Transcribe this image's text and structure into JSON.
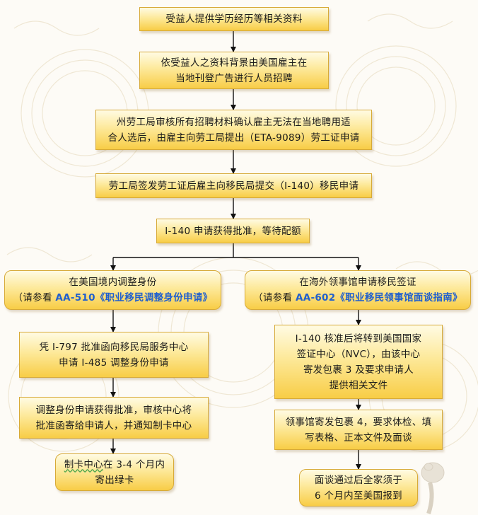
{
  "steps": {
    "s1": {
      "text": "受益人提供学历经历等相关资料"
    },
    "s2": {
      "line1": "依受益人之资料背景由美国雇主在",
      "line2": "当地刊登广告进行人员招聘"
    },
    "s3": {
      "line1": "州劳工局审核所有招聘材料确认雇主无法在当地聘用适",
      "line2": "合人选后，由雇主向劳工局提出（ETA-9089）劳工证申请"
    },
    "s4": {
      "text": "劳工局签发劳工证后雇主向移民局提交（I-140）移民申请"
    },
    "s5": {
      "text": "I-140 申请获得批准，等待配额"
    }
  },
  "left_branch": {
    "header_line1": "在美国境内调整身份",
    "header_prefix": "（请参看 ",
    "header_link": "AA-510《职业移民调整身份申请》",
    "step1_line1": "凭 I-797 批准函向移民局服务中心",
    "step1_line2": "申请 I-485 调整身份申请",
    "step2_line1": "调整身份申请获得批准，审核中心将",
    "step2_line2": "批准函寄给申请人，并通知制卡中心",
    "step3_line1_a": "制卡中心",
    "step3_line1_b": "在 3-4 个月内",
    "step3_line2": "寄出绿卡"
  },
  "right_branch": {
    "header_line1": "在海外领事馆申请移民签证",
    "header_prefix": "（请参看 ",
    "header_link": "AA-602《职业移民领事馆面谈指南》",
    "step1_line1": "I-140 核准后将转到美国国家",
    "step1_line2": "签证中心（NVC），由该中心",
    "step1_line3": "寄发包裹 3 及要求申请人",
    "step1_line4": "提供相关文件",
    "step2_line1": "领事馆寄发包裹 4，要求体检、填",
    "step2_line2": "写表格、正本文件及面谈",
    "step3_line1": "面谈通过后全家须于",
    "step3_line2": "6 个月内至美国报到"
  },
  "colors": {
    "box_top": "#fffbe3",
    "box_bottom": "#f8cd46",
    "border": "#d7aa38",
    "arrow": "#111111",
    "link": "#1f5fcf"
  }
}
